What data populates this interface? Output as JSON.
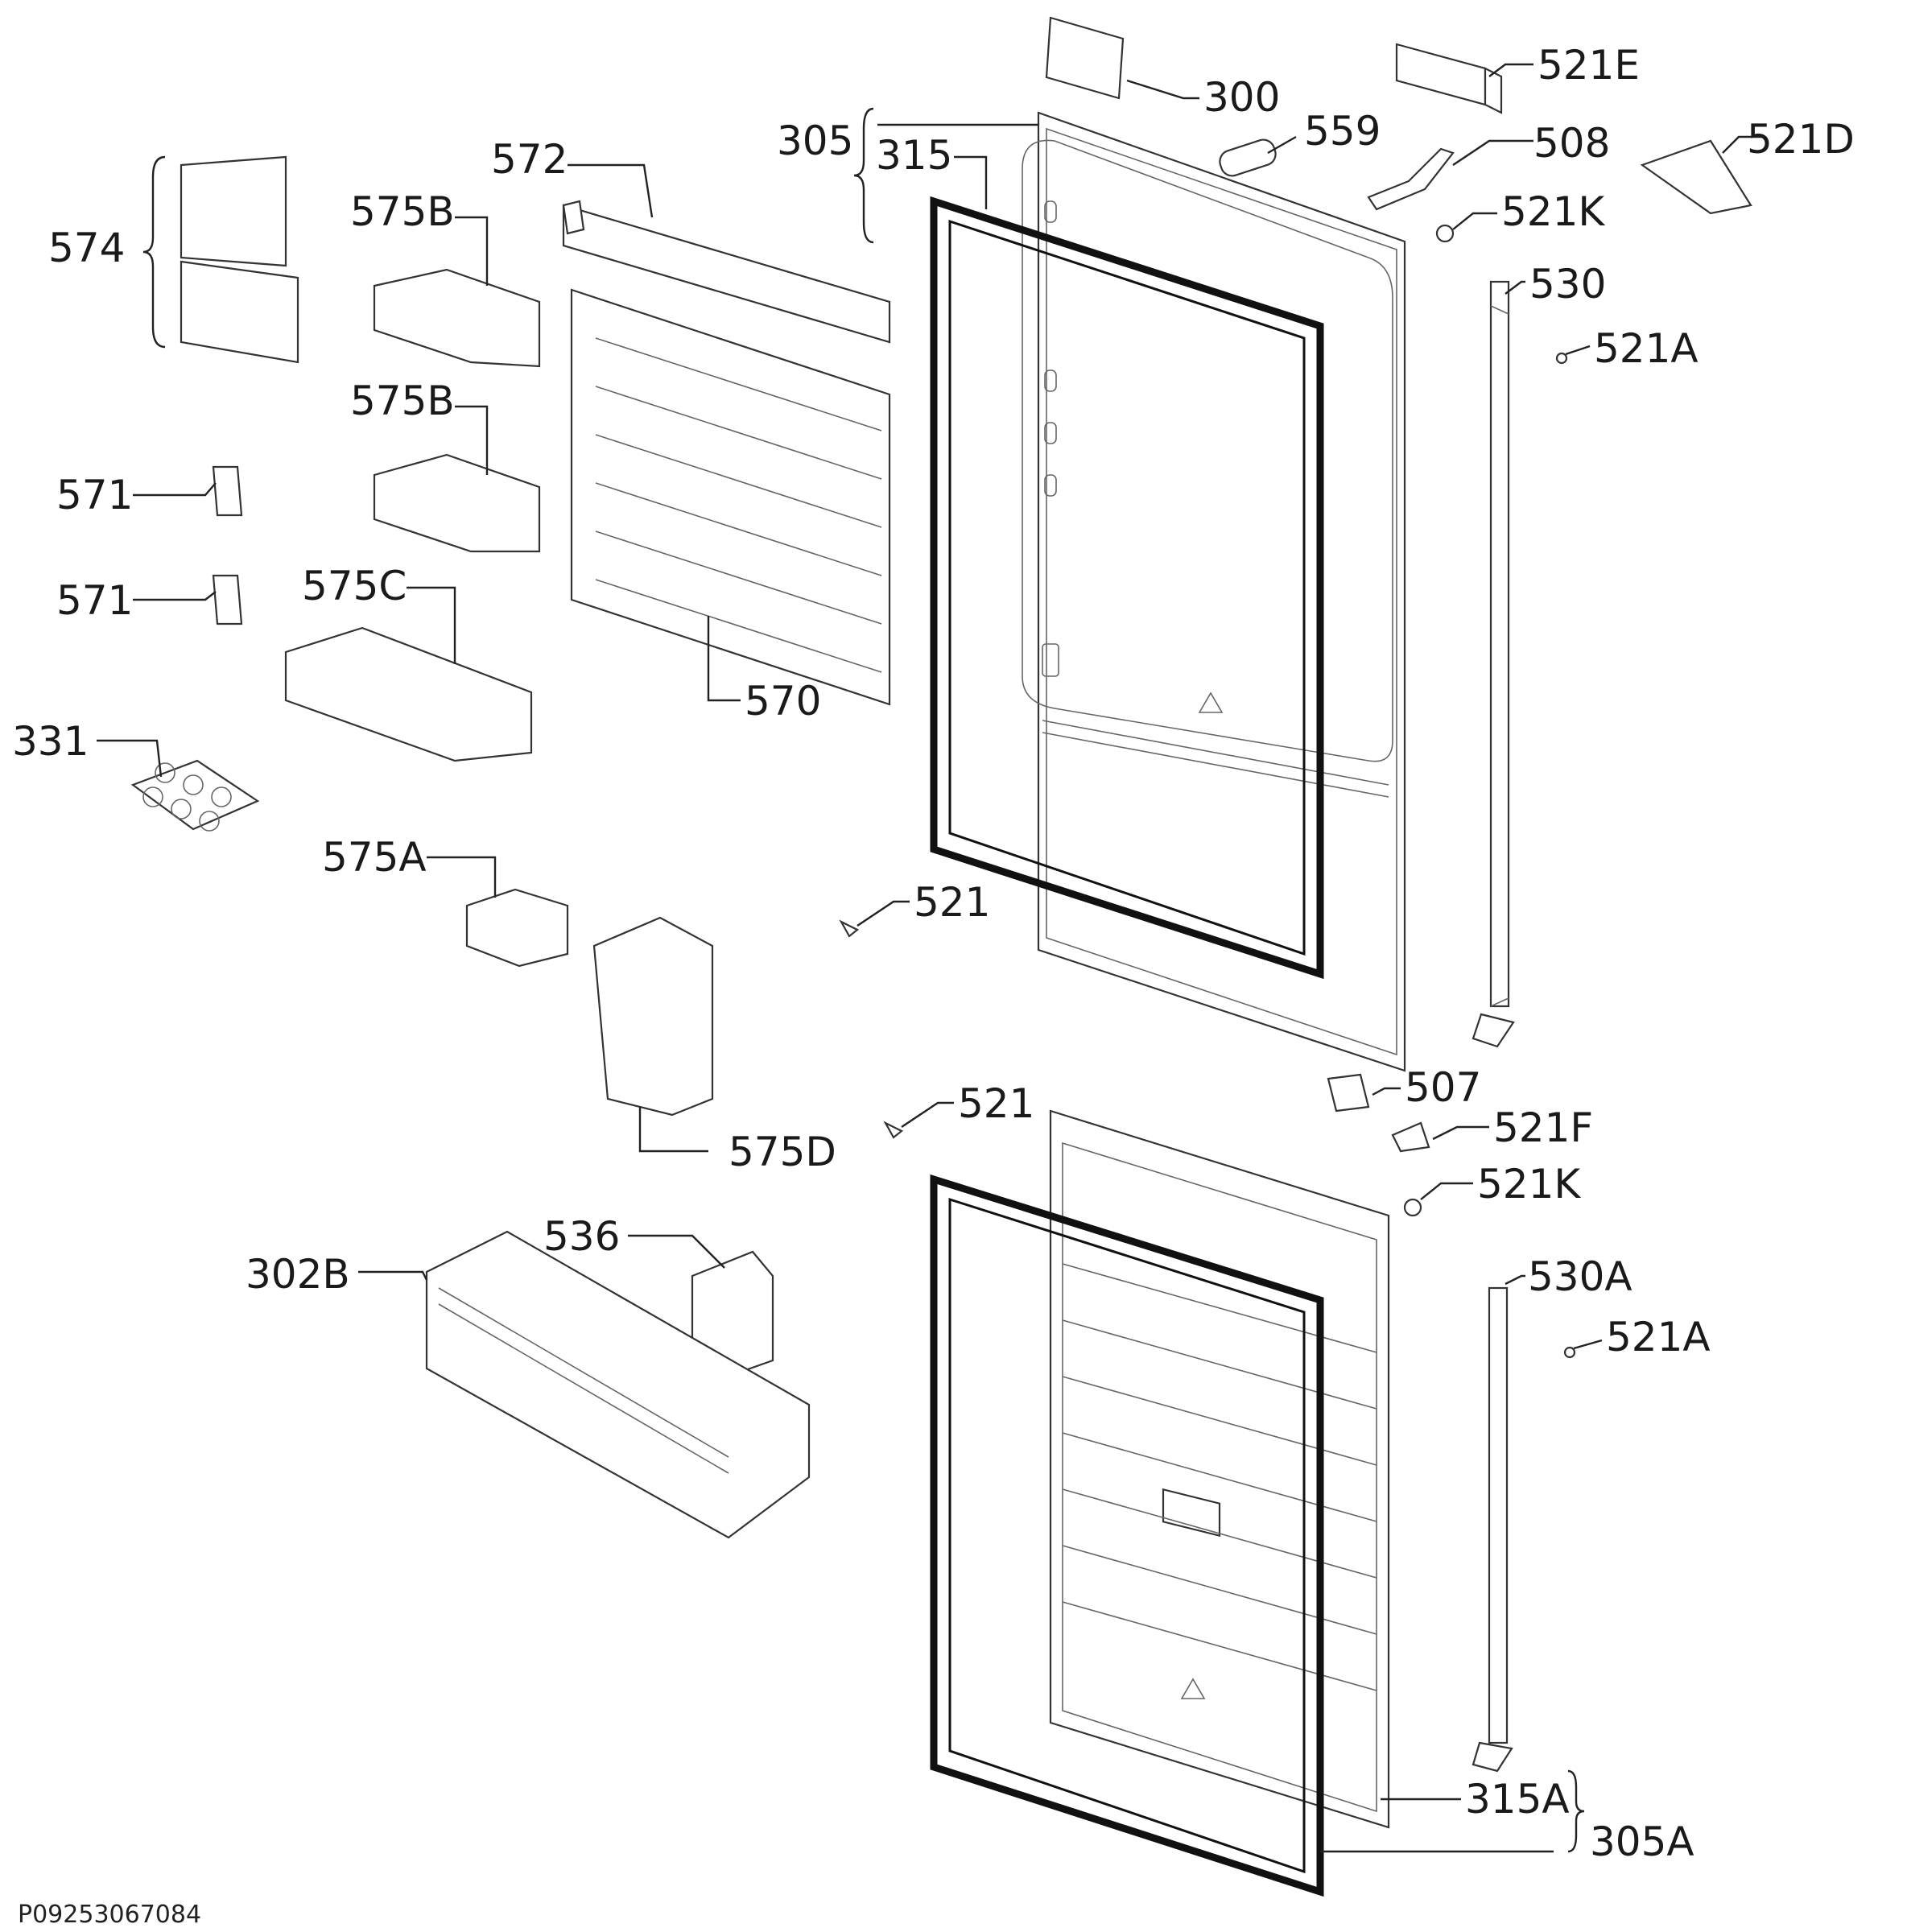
{
  "diagram": {
    "drawing_code": "P09253067084",
    "part_labels": {
      "p300": "300",
      "p305": "305",
      "p315": "315",
      "p559": "559",
      "p521e": "521E",
      "p508": "508",
      "p521d": "521D",
      "p521k_top": "521K",
      "p530": "530",
      "p521a_top": "521A",
      "p572": "572",
      "p574": "574",
      "p575b_1": "575B",
      "p575b_2": "575B",
      "p571_1": "571",
      "p571_2": "571",
      "p575c": "575C",
      "p570": "570",
      "p331": "331",
      "p575a": "575A",
      "p521_1": "521",
      "p575d": "575D",
      "p507": "507",
      "p521_2": "521",
      "p521f": "521F",
      "p521k_bottom": "521K",
      "p536": "536",
      "p302b": "302B",
      "p530a": "530A",
      "p521a_bottom": "521A",
      "p315a": "315A",
      "p305a": "305A"
    }
  }
}
